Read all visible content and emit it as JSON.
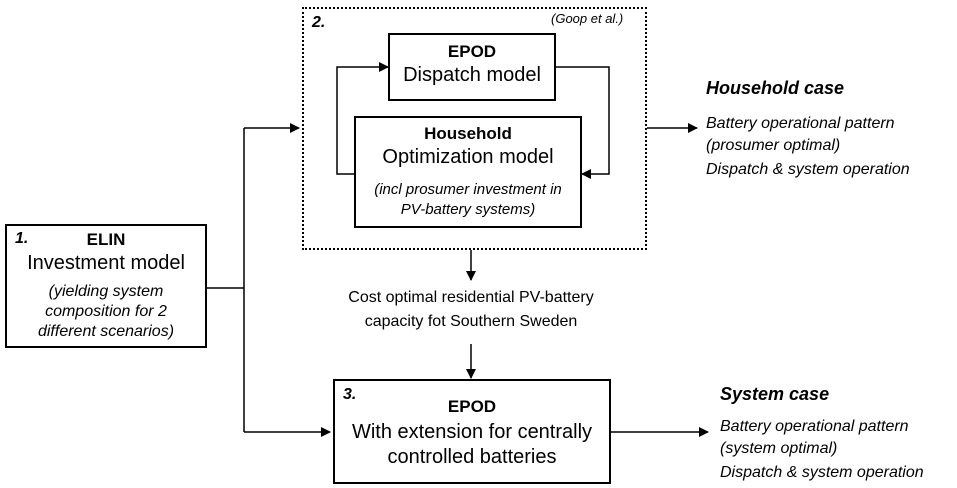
{
  "elin": {
    "number": "1.",
    "title": "ELIN",
    "subtitle": "Investment model",
    "note_line1": "(yielding system",
    "note_line2": "composition for 2",
    "note_line3": "different scenarios)"
  },
  "goop": {
    "number": "2.",
    "citation": "(Goop et al.)",
    "epod_title": "EPOD",
    "epod_subtitle": "Dispatch model",
    "household_title": "Household",
    "household_subtitle": "Optimization model",
    "household_note_line1": "(incl prosumer investment in",
    "household_note_line2": "PV-battery systems)"
  },
  "middle": {
    "line1": "Cost optimal residential PV-battery",
    "line2": "capacity fot Southern Sweden"
  },
  "epod_ext": {
    "number": "3.",
    "title": "EPOD",
    "line1": "With extension for centrally",
    "line2": "controlled batteries"
  },
  "household_case": {
    "heading": "Household case",
    "line1": "Battery operational pattern",
    "line2": "(prosumer optimal)",
    "line3": "Dispatch & system operation"
  },
  "system_case": {
    "heading": "System case",
    "line1": "Battery operational pattern",
    "line2": "(system optimal)",
    "line3": "Dispatch & system operation"
  }
}
